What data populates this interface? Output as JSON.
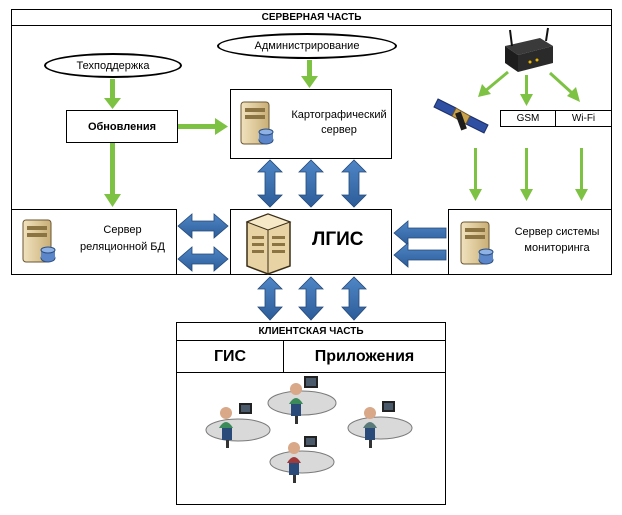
{
  "server_section": {
    "title": "СЕРВЕРНАЯ ЧАСТЬ",
    "tech_support": "Техподдержка",
    "administration": "Администрирование",
    "updates": "Обновления",
    "map_server": "Картографический сервер",
    "relational_db_server": "Сервер реляционной БД",
    "lgis": "ЛГИС",
    "monitoring_server": "Сервер системы мониторинга",
    "gsm": "GSM",
    "wifi": "Wi-Fi"
  },
  "client_section": {
    "title": "КЛИЕНТСКАЯ ЧАСТЬ",
    "gis": "ГИС",
    "applications": "Приложения"
  },
  "colors": {
    "green_arrow": "#7dc242",
    "blue_arrow": "#3a6fb0",
    "blue_arrow_dark": "#24497a"
  }
}
